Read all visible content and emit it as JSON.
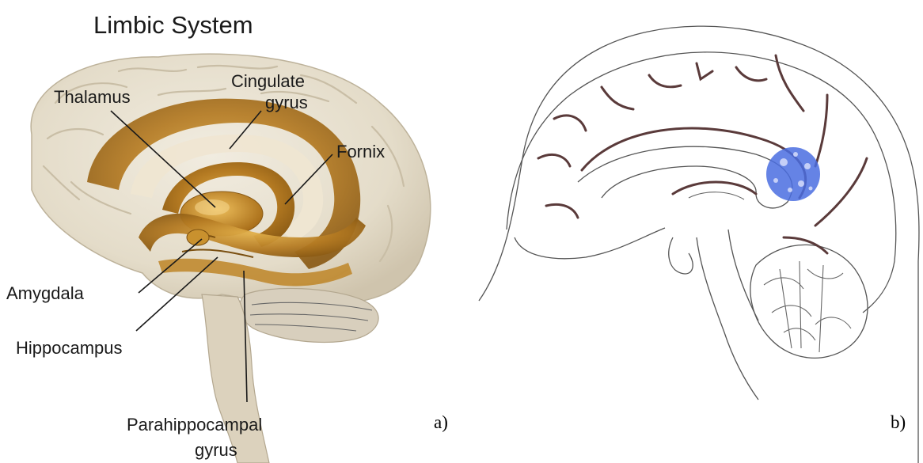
{
  "panel_a": {
    "title": "Limbic System",
    "labels": {
      "thalamus": "Thalamus",
      "cingulate_line1": "Cingulate",
      "cingulate_line2": "gyrus",
      "fornix": "Fornix",
      "amygdala": "Amygdala",
      "hippocampus": "Hippocampus",
      "parahippocampal_line1": "Parahippocampal",
      "parahippocampal_line2": "gyrus"
    },
    "panel_label": "a)"
  },
  "panel_b": {
    "panel_label": "b)"
  },
  "colors": {
    "brain_tissue": "#e7e0d0",
    "limbic_gold": "#b7822a",
    "highlight_blue": "#4a6de0",
    "sulcus_line": "#5a3a3a"
  }
}
